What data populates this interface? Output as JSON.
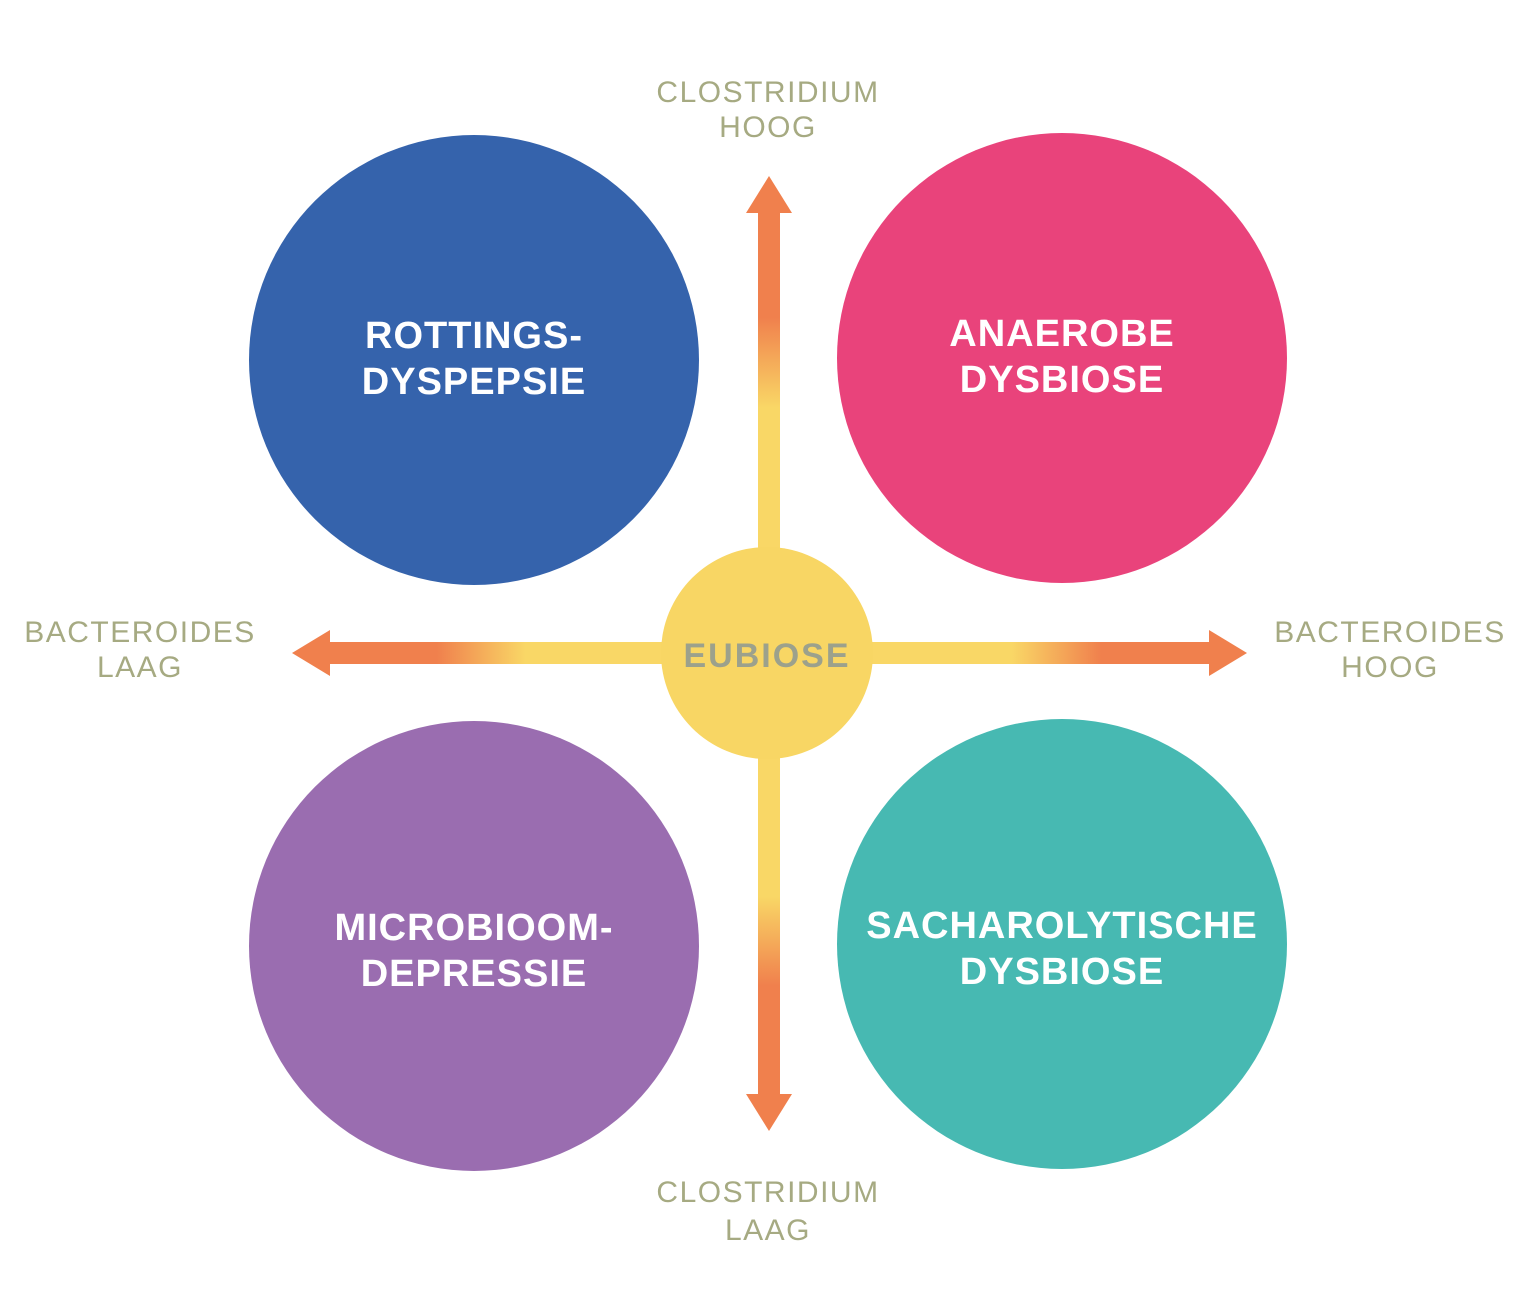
{
  "colors": {
    "background": "#ffffff",
    "axis_text": "#A6AA82",
    "arrow_orange": "#F0804D",
    "arrow_yellow": "#F9D766",
    "center_circle": "#F8D664",
    "center_text": "#9CA18C",
    "quadrant_text": "#ffffff"
  },
  "axis_labels": {
    "top": {
      "line1": "CLOSTRIDIUM",
      "line2": "HOOG"
    },
    "bottom": {
      "line1": "CLOSTRIDIUM",
      "line2": "LAAG"
    },
    "left": {
      "line1": "BACTEROIDES",
      "line2": "LAAG"
    },
    "right": {
      "line1": "BACTEROIDES",
      "line2": "HOOG"
    }
  },
  "center": {
    "label": "EUBIOSE"
  },
  "quadrants": {
    "top_left": {
      "line1": "ROTTINGS-",
      "line2": "DYSPEPSIE",
      "color": "#3563AC"
    },
    "top_right": {
      "line1": "ANAEROBE",
      "line2": "DYSBIOSE",
      "color": "#E9437B"
    },
    "bottom_left": {
      "line1": "MICROBIOOM-",
      "line2": "DEPRESSIE",
      "color": "#9A6DB0"
    },
    "bottom_right": {
      "line1": "SACHAROLYTISCHE",
      "line2": "DYSBIOSE",
      "color": "#47B9B2"
    }
  }
}
